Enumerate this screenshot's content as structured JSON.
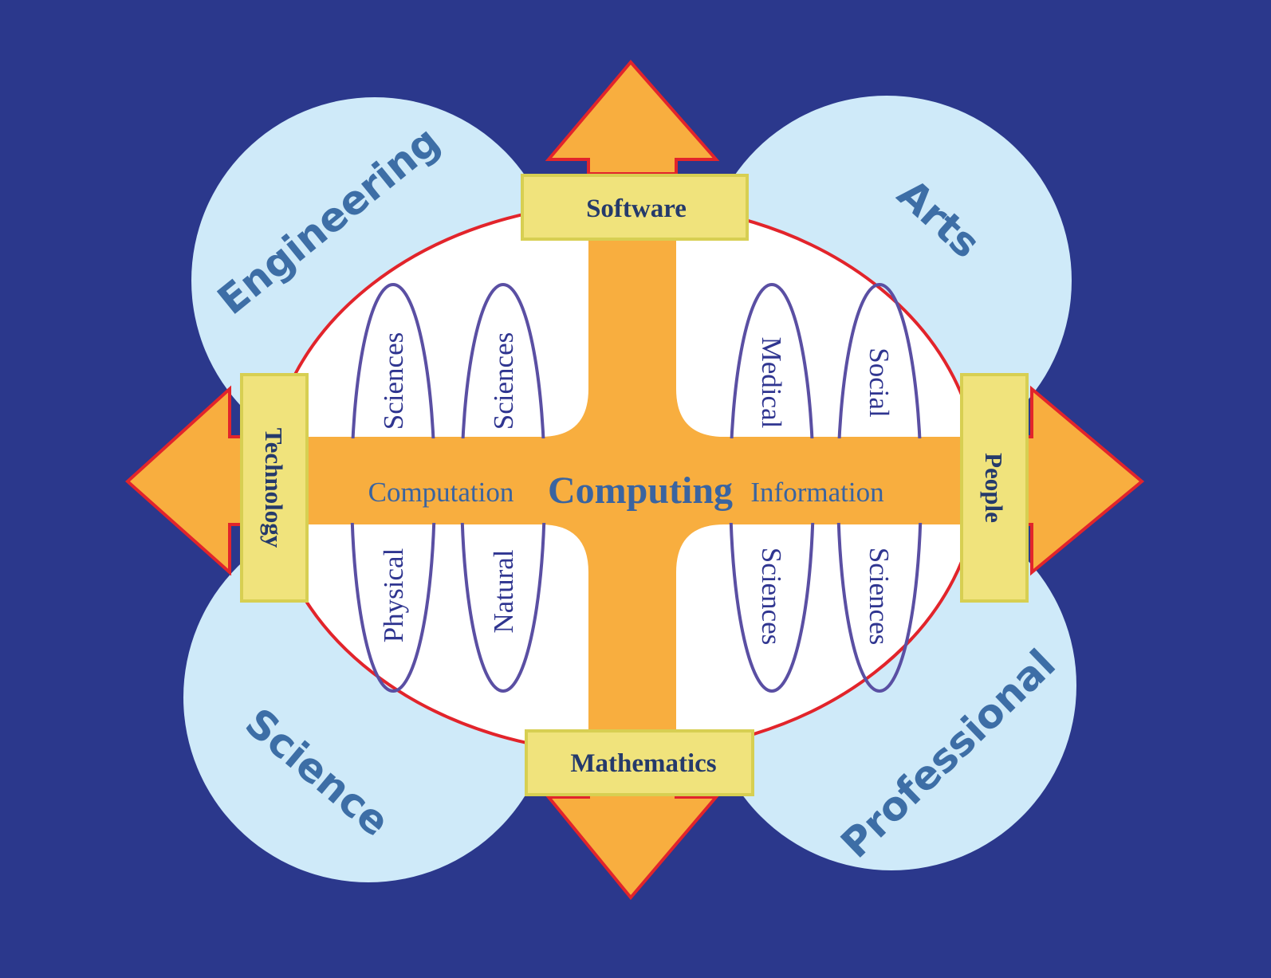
{
  "quadrants": {
    "engineering": "Engineering",
    "arts": "Arts",
    "science": "Science",
    "professional": "Professional"
  },
  "boxes": {
    "top": "Software",
    "bottom": "Mathematics",
    "left": "Technology",
    "right": "People"
  },
  "center": {
    "main": "Computing",
    "left": "Computation",
    "right": "Information"
  },
  "ellipses": [
    {
      "upper": "Sciences",
      "lower": "Physical"
    },
    {
      "upper": "Sciences",
      "lower": "Natural"
    },
    {
      "upper": "Medical",
      "lower": "Sciences"
    },
    {
      "upper": "Social",
      "lower": "Sciences"
    }
  ],
  "colors": {
    "background": "#2b388c",
    "circle": "#cfeaf9",
    "oval_fill": "#ffffff",
    "oval_stroke": "#e2242b",
    "arrow": "#f8ae3f",
    "box_fill": "#f0e37c",
    "box_stroke": "#d7cf52",
    "ellipse_stroke": "#5a4fa3"
  }
}
